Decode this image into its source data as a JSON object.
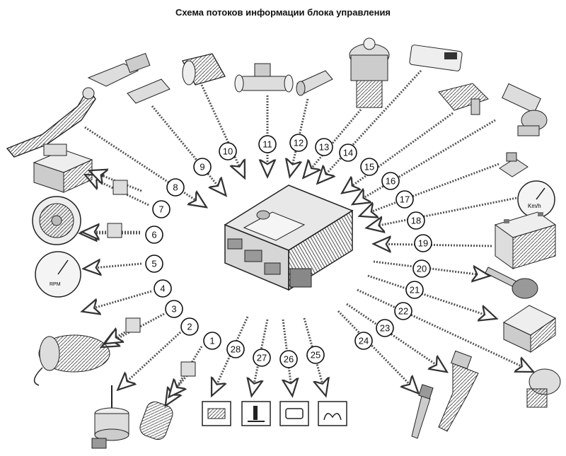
{
  "title": "Схема потоков информации блока управления",
  "nodes": [
    {
      "n": "1"
    },
    {
      "n": "2"
    },
    {
      "n": "3"
    },
    {
      "n": "4"
    },
    {
      "n": "5"
    },
    {
      "n": "6"
    },
    {
      "n": "7"
    },
    {
      "n": "8"
    },
    {
      "n": "9"
    },
    {
      "n": "10"
    },
    {
      "n": "11"
    },
    {
      "n": "12"
    },
    {
      "n": "13"
    },
    {
      "n": "14"
    },
    {
      "n": "15"
    },
    {
      "n": "16"
    },
    {
      "n": "17"
    },
    {
      "n": "18"
    },
    {
      "n": "19"
    },
    {
      "n": "20"
    },
    {
      "n": "21"
    },
    {
      "n": "22"
    },
    {
      "n": "23"
    },
    {
      "n": "24"
    },
    {
      "n": "25"
    },
    {
      "n": "26"
    },
    {
      "n": "27"
    },
    {
      "n": "28"
    }
  ],
  "speedometer_label": "Km/h",
  "tachometer_label": "RPM"
}
